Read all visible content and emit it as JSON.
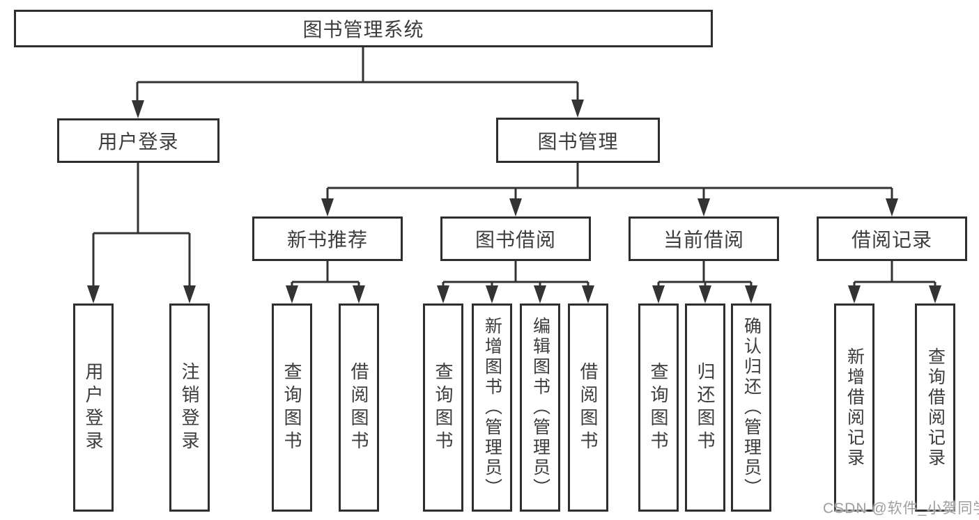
{
  "root": {
    "label": "图书管理系统"
  },
  "user_login": {
    "label": "用户登录",
    "children": [
      "用户登录",
      "注销登录"
    ]
  },
  "book_management": {
    "label": "图书管理"
  },
  "new_book_recommend": {
    "label": "新书推荐",
    "children": [
      "查询图书",
      "借阅图书"
    ]
  },
  "book_borrowing": {
    "label": "图书借阅",
    "children": [
      "查询图书",
      "新增图书（管理员）",
      "编辑图书（管理员）",
      "借阅图书"
    ]
  },
  "current_borrowing": {
    "label": "当前借阅",
    "children": [
      "查询图书",
      "归还图书",
      "确认归还（管理员）"
    ]
  },
  "borrowing_records": {
    "label": "借阅记录",
    "children": [
      "新增借阅记录",
      "查询借阅记录"
    ]
  },
  "watermark": "CSDN @软件_小贺同学",
  "colors": {
    "line": "#333333",
    "box_border": "#2e2e2e",
    "text": "#3c3c3c",
    "watermark": "#9e9e9e",
    "background": "#ffffff"
  }
}
